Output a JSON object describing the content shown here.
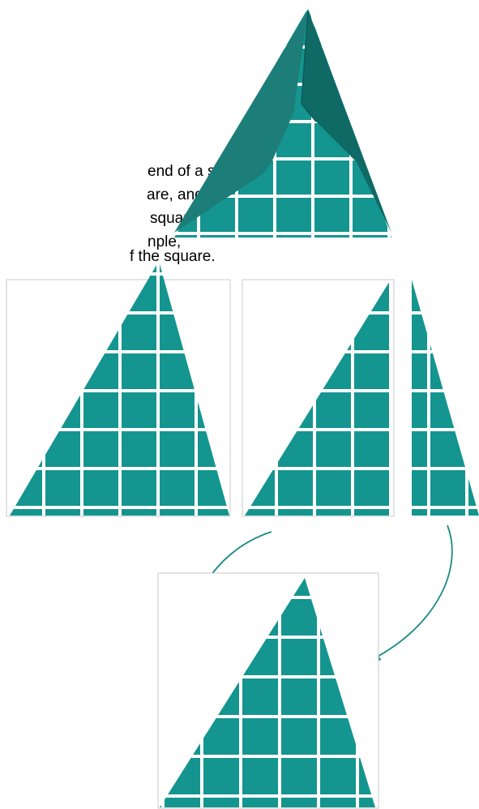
{
  "text_lines": [
    "end of a side",
    "are, and a line",
    "square to the",
    "nple,",
    "f the square."
  ],
  "colors": {
    "teal": "#14958f",
    "dark_teal": "#1d7d78",
    "darker_teal": "#0f6a66",
    "grid_line": "#ffffff",
    "panel_border": "#c8c8c8",
    "arrow": "#1a8a84"
  },
  "figures": [
    {
      "name": "folded-triangle",
      "description_icon": "folded-triangle-icon"
    },
    {
      "name": "whole-triangle"
    },
    {
      "name": "cut-triangle"
    },
    {
      "name": "rearranged-triangle"
    }
  ]
}
